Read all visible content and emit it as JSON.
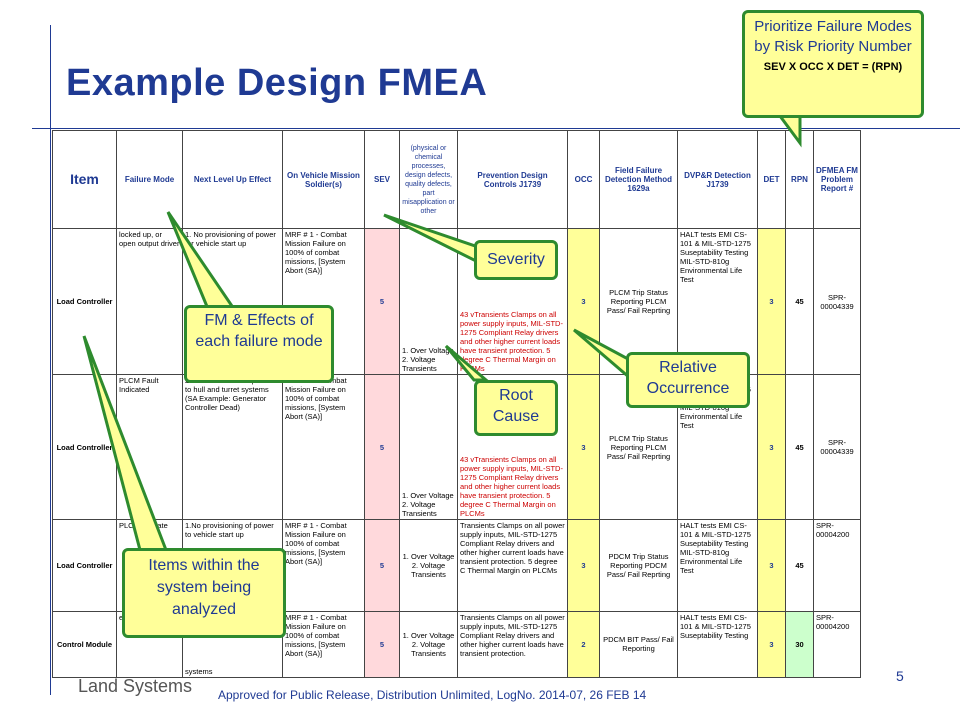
{
  "slide": {
    "title": "Example Design FMEA",
    "page_number": "5",
    "logo_text": "Land Systems",
    "footer": "Approved for Public Release, Distribution Unlimited, LogNo. 2014-07, 26 FEB 14"
  },
  "table": {
    "headers": {
      "item": "Item",
      "failure_mode": "Failure Mode",
      "next_level": "Next Level Up Effect",
      "on_vehicle": "On Vehicle Mission Soldier(s)",
      "sev": "SEV",
      "cause": "(physical or chemical processes, design defects, quality defects, part misapplication or other",
      "prevention": "Prevention Design Controls J1739",
      "occ": "OCC",
      "field_detect": "Field Failure Detection Method 1629a",
      "dvpr": "DVP&R Detection J1739",
      "det": "DET",
      "rpn": "RPN",
      "dfmea": "DFMEA FM Problem Report #"
    },
    "rows": [
      {
        "item": "Load Controller",
        "failure_mode": "locked up, or open output driver",
        "next_level": "1. No provisioning of power for vehicle start up",
        "on_vehicle": "MRF # 1 - Combat Mission Failure on 100% of combat missions, [System Abort (SA)]",
        "sev": "5",
        "cause": "1. Over Voltage 2. Voltage Transients",
        "prevention": "43 vTransients Clamps on all power supply inputs, MIL-STD-1275 Compliant Relay drivers and other higher current loads have transient protection. 5 degree C Thermal Margin on PLCMs",
        "occ": "3",
        "field_detect": "PLCM Trip Status Reporting PLCM Pass/ Fail Reprting",
        "dvpr": "HALT tests EMI CS-101 & MIL-STD-1275 Suseptability Testing MIL-STD-810g Environmental Life Test",
        "det": "3",
        "rpn": "45",
        "dfmea": "SPR-00004339"
      },
      {
        "item": "Load Controller",
        "failure_mode": "PLCM Fault Indicated",
        "next_level": "2. No distribution of power to hull and turret systems (SA Example: Generator Controller Dead)",
        "on_vehicle": "MRF # 1 - Combat Mission Failure on 100% of combat missions, [System Abort (SA)]",
        "sev": "5",
        "cause": "1. Over Voltage 2. Voltage Transients",
        "prevention": "43 vTransients Clamps on all power supply inputs, MIL-STD-1275 Compliant Relay drivers and other higher current loads have transient protection. 5 degree C Thermal Margin on PLCMs",
        "occ": "3",
        "field_detect": "PLCM Trip Status Reporting PLCM Pass/ Fail Reprting",
        "dvpr": "HALT tests EMI CS-101 & MIL-STD-1275 Suseptability Testing MIL-STD-810g Environmental Life Test",
        "det": "3",
        "rpn": "45",
        "dfmea": "SPR-00004339"
      },
      {
        "item": "Load Controller",
        "failure_mode": "PLCM indicate",
        "next_level": "1.No provisioning of power to vehicle start up",
        "on_vehicle": "MRF # 1 - Combat Mission Failure on 100% of combat missions, [System Abort (SA)]",
        "sev": "5",
        "cause": "1. Over Voltage 2. Voltage Transients",
        "prevention": "Transients Clamps on all power supply inputs, MIL-STD-1275 Compliant Relay drivers and other higher current loads have transient protection. 5 degree C Thermal Margin on PLCMs",
        "occ": "3",
        "field_detect": "PDCM Trip Status Reporting PDCM Pass/ Fail Reprting",
        "dvpr": "HALT tests EMI CS-101 & MIL-STD-1275 Suseptability Testing MIL-STD-810g Environmental Life Test",
        "det": "3",
        "rpn": "45",
        "dfmea": "SPR-00004200"
      },
      {
        "item": "Control Module",
        "failure_mode": "er",
        "next_level": "systems",
        "on_vehicle": "MRF # 1 - Combat Mission Failure on 100% of combat missions, [System Abort (SA)]",
        "sev": "5",
        "cause": "1. Over Voltage 2. Voltage Transients",
        "prevention": "Transients Clamps on all power supply inputs, MIL-STD-1275 Compliant Relay drivers and other higher current loads have transient protection.",
        "occ": "2",
        "field_detect": "PDCM BIT Pass/ Fail Reporting",
        "dvpr": "HALT tests EMI CS-101 & MIL-STD-1275 Suseptability Testing",
        "det": "3",
        "rpn": "30",
        "dfmea": "SPR-00004200"
      }
    ]
  },
  "callouts": {
    "rpn": {
      "line1": "Prioritize Failure Modes by Risk Priority Number",
      "formula": "SEV X OCC X DET = (RPN)"
    },
    "severity": "Severity",
    "fm_effects": "FM & Effects of each failure mode",
    "relative_occurrence": "Relative Occurrence",
    "root_cause": "Root Cause",
    "items_within": "Items within the system being analyzed"
  },
  "colors": {
    "title": "#1f3a93",
    "callout_fill": "#ffff99",
    "callout_border": "#2e8b2e",
    "sev_fill": "#ffd9dc"
  }
}
